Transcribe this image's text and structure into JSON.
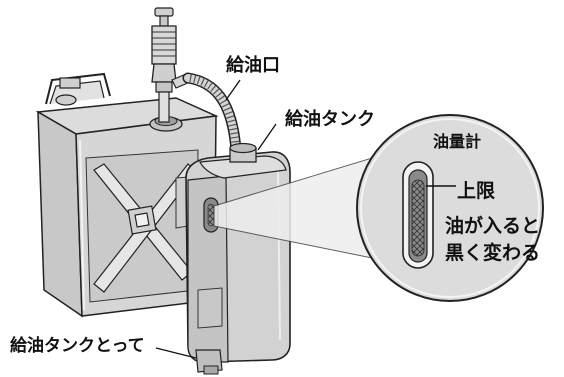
{
  "labels": {
    "filler_port": "給油口",
    "fuel_tank": "給油タンク",
    "oil_gauge": "油量計",
    "upper_limit": "上限",
    "note_line1": "油が入ると",
    "note_line2": "黒く変わる",
    "tank_handle": "給油タンクとって"
  },
  "colors": {
    "ink": "#111111",
    "body_fill": "#d3d3d3",
    "body_shade": "#b4b4b4",
    "magnifier_fill": "#dcdcdc",
    "gauge_fill": "#7a7a7a"
  }
}
